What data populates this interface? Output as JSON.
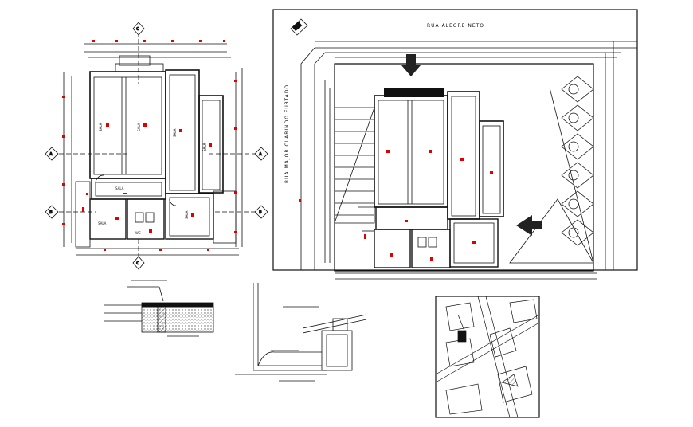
{
  "colors": {
    "line": "#111111",
    "accent": "#e00000",
    "paper": "#ffffff"
  },
  "site_plan": {
    "street_top": "RUA ALEGRE NETO",
    "street_left": "RUA MAJOR CLARINDO FURTADO"
  },
  "plan": {
    "axis_top": "C",
    "axis_bottom": "C",
    "axis_left_a": "A",
    "axis_right_a": "A",
    "axis_left_b": "B",
    "axis_right_b": "B"
  },
  "icons": [
    "north-arrow-icon",
    "entrance-arrow-icon",
    "section-marker-icon"
  ]
}
